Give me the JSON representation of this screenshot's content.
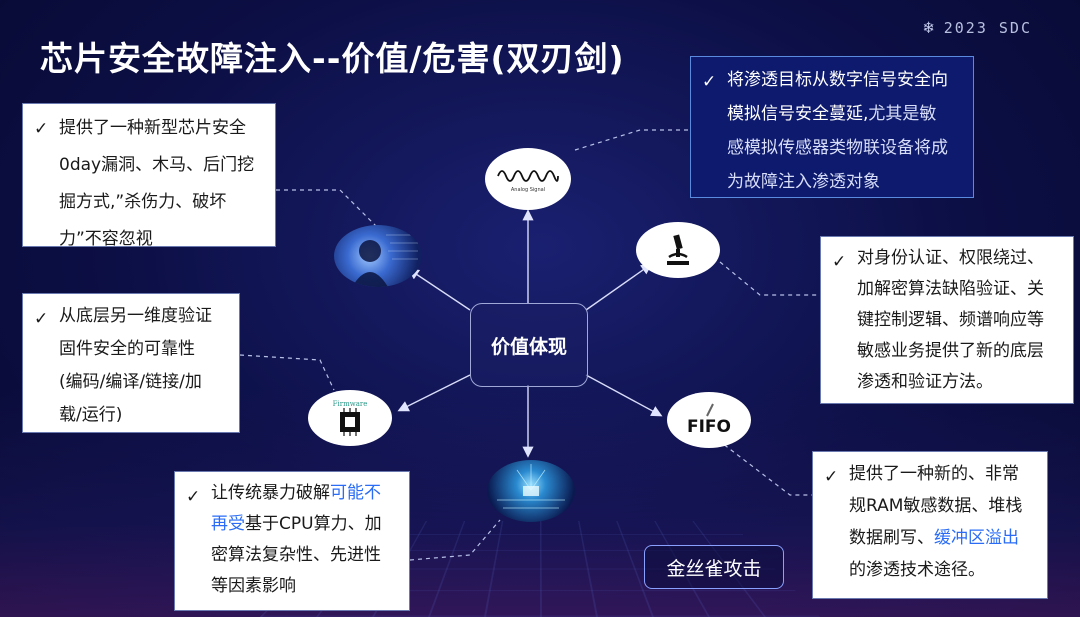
{
  "title": "芯片安全故障注入--价值/危害(双刃剑)",
  "brand": {
    "text": "2023 SDC",
    "icon": "snowflake-icon"
  },
  "center_label": "价值体现",
  "canary_label": "金丝雀攻击",
  "nodes": {
    "analog_signal": {
      "caption": "Analog Signal",
      "icon": "waveform-icon"
    },
    "microscope": {
      "icon": "microscope-icon"
    },
    "firmware": {
      "caption": "Firmware",
      "icon": "chip-icon"
    },
    "fifo": {
      "caption": "FIFO",
      "icon": "pen-icon"
    }
  },
  "boxes": {
    "top_left": {
      "lines": [
        "提供了一种新型芯片安全",
        "0day漏洞、木马、后门挖",
        "掘方式,”杀伤力、破坏",
        "力”不容忽视"
      ]
    },
    "top_right": {
      "line1_hl": "将渗透目标从数字信号安全向",
      "line2_hl": "模拟信号安全蔓延,",
      "line2_rest": "尤其是敏",
      "line3": "感模拟传感器类物联设备将成",
      "line4": "为故障注入渗透对象"
    },
    "mid_left": {
      "lines": [
        "从底层另一维度验证",
        "固件安全的可靠性",
        "(编码/编译/链接/加",
        "载/运行)"
      ]
    },
    "mid_right": {
      "lines": [
        "对身份认证、权限绕过、",
        "加解密算法缺陷验证、关",
        "键控制逻辑、频谱响应等",
        "敏感业务提供了新的底层",
        "渗透和验证方法。"
      ]
    },
    "bottom_left": {
      "line1_pre": "让传统暴力破解",
      "line1_hl": "可能不",
      "line2_hl": "再受",
      "line2_rest": "基于CPU算力、加",
      "line3": "密算法复杂性、先进性",
      "line4": "等因素影响"
    },
    "bottom_right": {
      "line1": "提供了一种新的、非常",
      "line2": "规RAM敏感数据、堆栈",
      "line3_pre": "数据刷写、",
      "line3_hl": "缓冲区溢出",
      "line4": "的渗透技术途径。"
    }
  },
  "colors": {
    "background": "#0c0f45",
    "accent_blue": "#2a6cf5",
    "dark_box": "#0d1a6e"
  }
}
